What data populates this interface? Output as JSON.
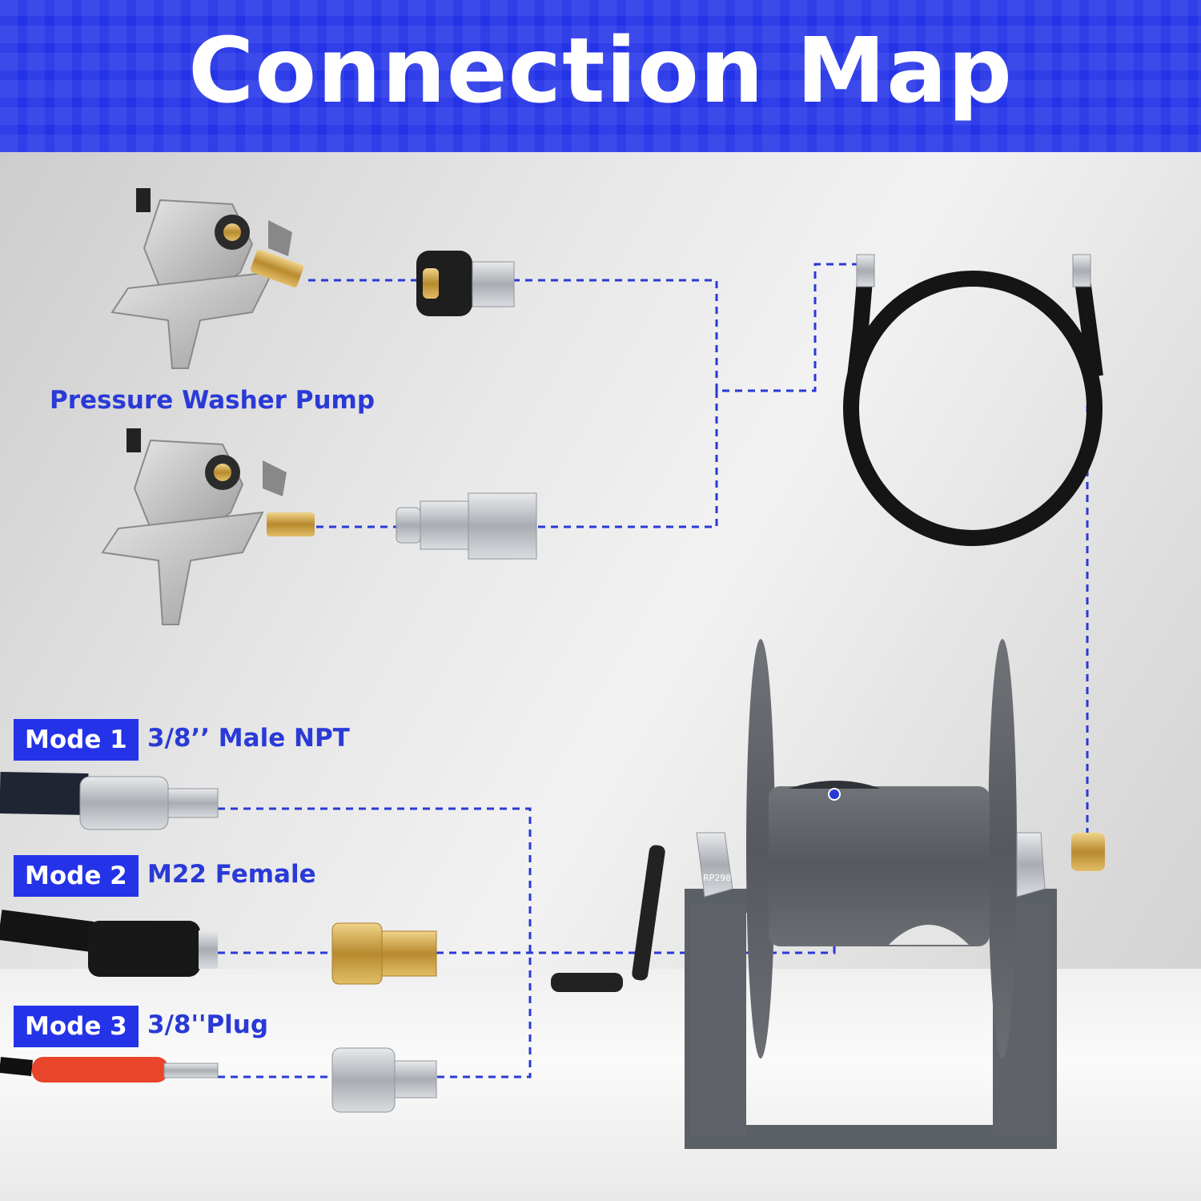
{
  "header": {
    "title": "Connection Map"
  },
  "labels": {
    "pump": "Pressure Washer Pump"
  },
  "modes": [
    {
      "badge": "Mode 1",
      "text": "3/8’’ Male NPT"
    },
    {
      "badge": "Mode 2",
      "text": "M22 Female"
    },
    {
      "badge": "Mode 3",
      "text": "3/8''Plug"
    }
  ],
  "reel": {
    "model_label": "RP298"
  },
  "colors": {
    "accent": "#2433e8",
    "line": "#2a3ad6",
    "brass": "#c9a14a",
    "steel": "#b8bcc2",
    "reel": "#5b5f66"
  }
}
